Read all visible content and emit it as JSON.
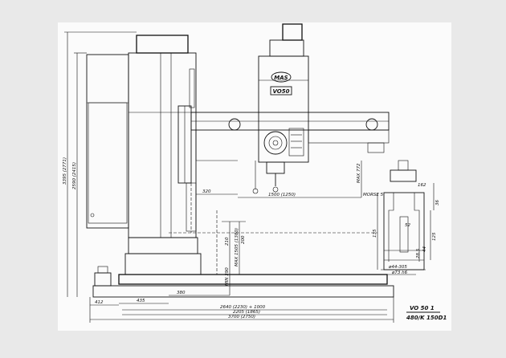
{
  "drawing": {
    "nameplate_brand": "MAS",
    "nameplate_model": "VO50",
    "title_line1": "VO 50 1",
    "title_line2": "480/K 150D1"
  },
  "dimensions": {
    "height_overall": "3395 (2771)",
    "height_column": "2590 (2415)",
    "arm_left": "320",
    "reach": "1500 (1250)",
    "max_spindle": "MAX 772",
    "morse": "MORSE 5",
    "min_390": "MIN 390",
    "dim_210": "210",
    "max_1505": "MAX 1505 (1380)",
    "dim_200": "200",
    "dim_380": "380",
    "dim_2640": "2640 (2230) + 1000",
    "dim_2205": "2205 (1865)",
    "dim_3700": "3700 (2750)",
    "dim_412": "412",
    "dim_435": "435",
    "t_162": "162",
    "t_36": "36",
    "t_135": "135",
    "t_52": "52",
    "t_125": "125",
    "t_285": "28.5",
    "t_44": "44",
    "t_bolt": "ø44-305",
    "t_bolt2": "ø73 h6"
  }
}
